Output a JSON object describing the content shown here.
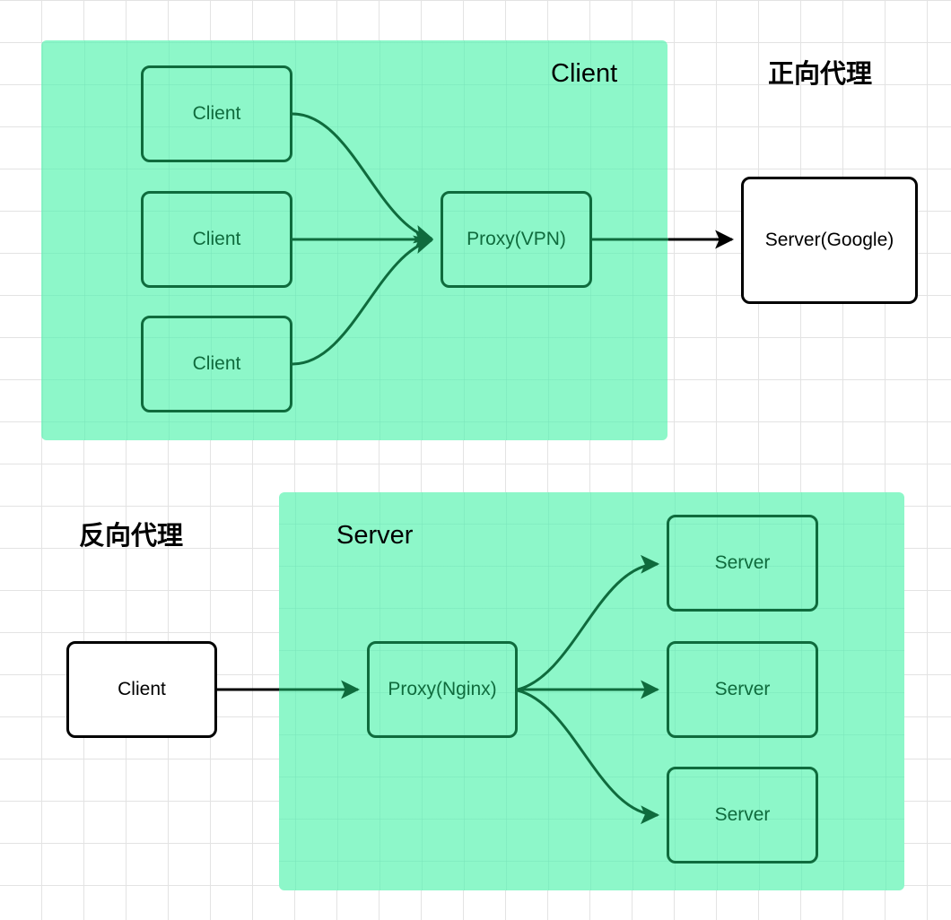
{
  "diagram": {
    "title_forward_proxy": "正向代理",
    "title_reverse_proxy": "反向代理",
    "colors": {
      "panel_fill": "#8df7c9",
      "green_stroke": "#0f6b3d",
      "black_stroke": "#000000",
      "grid_line": "#e3e3e3",
      "page_background": "#ffffff"
    },
    "forward_proxy": {
      "group_label": "Client",
      "panel_label": "Client",
      "clients": [
        {
          "label": "Client"
        },
        {
          "label": "Client"
        },
        {
          "label": "Client"
        }
      ],
      "proxy": {
        "label": "Proxy(VPN)"
      },
      "destination": {
        "label": "Server(Google)"
      }
    },
    "reverse_proxy": {
      "group_label": "Server",
      "panel_label": "Server",
      "client": {
        "label": "Client"
      },
      "proxy": {
        "label": "Proxy(Nginx)"
      },
      "servers": [
        {
          "label": "Server"
        },
        {
          "label": "Server"
        },
        {
          "label": "Server"
        }
      ]
    }
  }
}
